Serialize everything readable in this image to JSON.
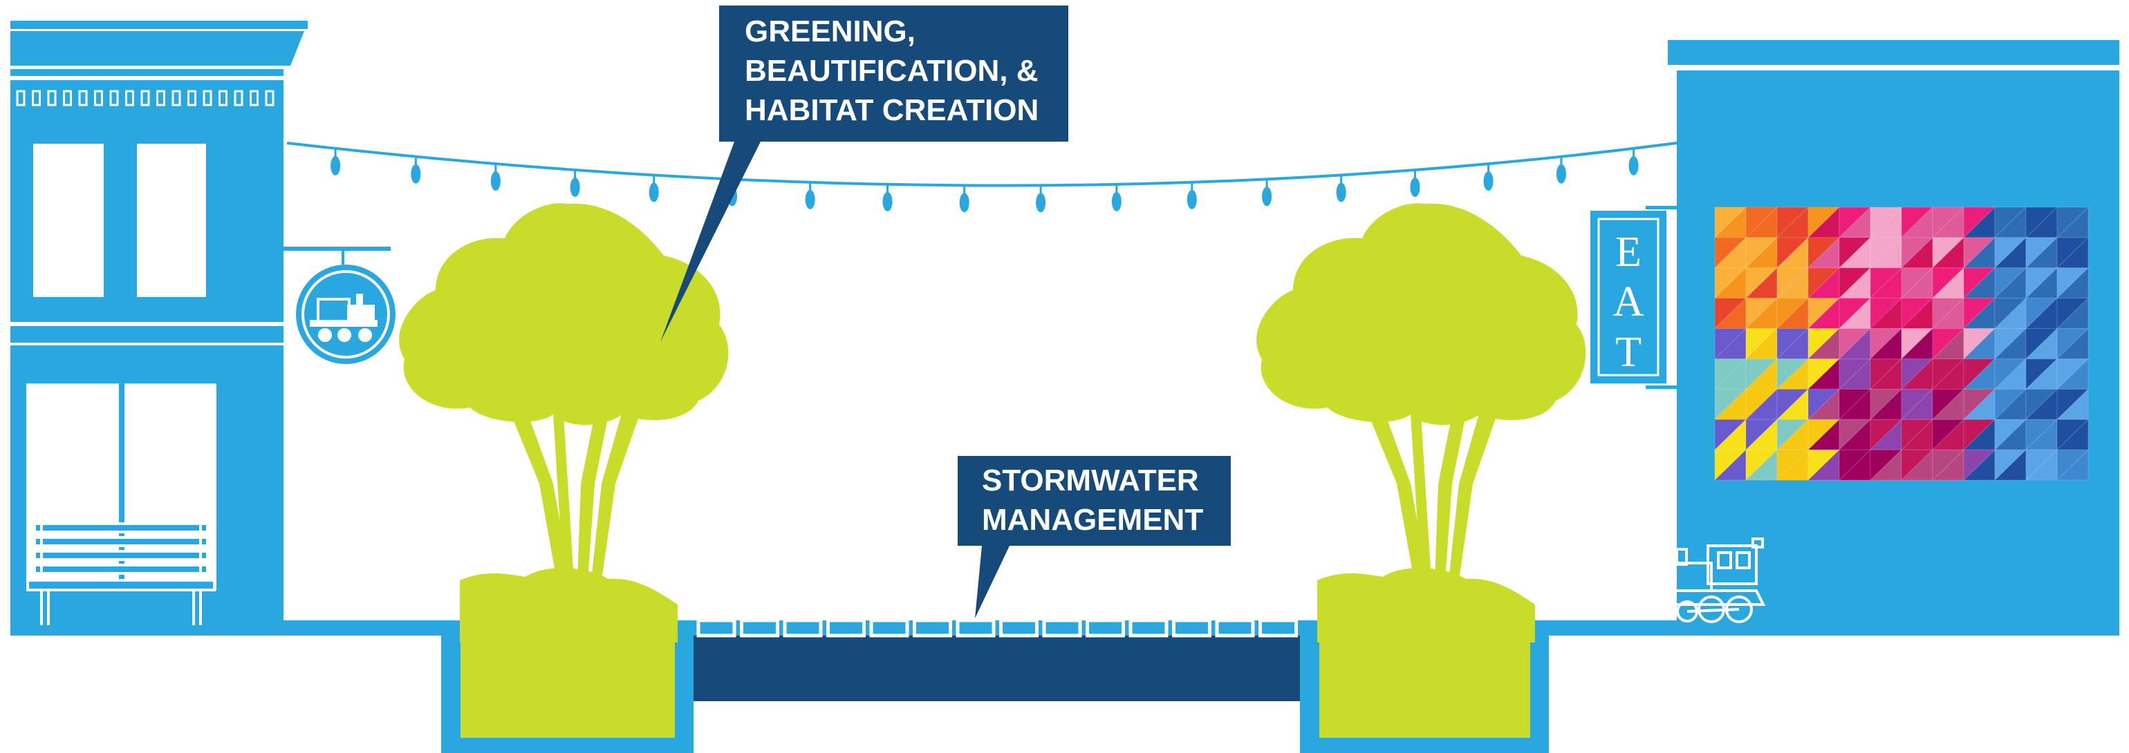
{
  "callouts": {
    "greening": {
      "lines": [
        "GREENING,",
        "BEAUTIFICATION, &",
        "HABITAT CREATION"
      ]
    },
    "stormwater": {
      "lines": [
        "STORMWATER",
        "MANAGEMENT"
      ]
    }
  },
  "sign": {
    "letters": [
      "E",
      "A",
      "T"
    ]
  },
  "colors": {
    "building_blue": "#29a8e0",
    "navy": "#164a7a",
    "tree_green": "#c8dc2a",
    "white": "#ffffff"
  },
  "icons": {
    "train_sign": "train-icon",
    "train_mural": "train-icon",
    "bench": "bench-icon",
    "mosaic": "mosaic-mural"
  }
}
